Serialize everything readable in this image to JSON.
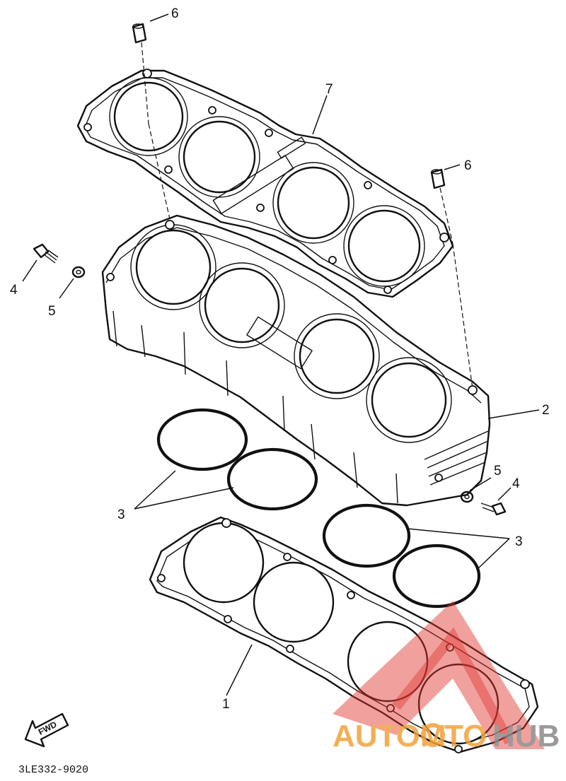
{
  "callouts": {
    "part_1": "1",
    "part_2": "2",
    "part_3_left": "3",
    "part_3_right": "3",
    "part_4_left": "4",
    "part_4_right": "4",
    "part_5_left": "5",
    "part_5_right": "5",
    "part_6_top": "6",
    "part_6_right": "6",
    "part_7": "7"
  },
  "fwd_arrow_label": "FWD",
  "diagram_code": "3LE332-9020",
  "watermark": {
    "text_part1": "AUTOM",
    "text_part2": "TO",
    "text_part3": "HUB",
    "color_orange": "#f2a23a",
    "color_red": "#e0342e",
    "color_grey": "#8a8a8a"
  }
}
